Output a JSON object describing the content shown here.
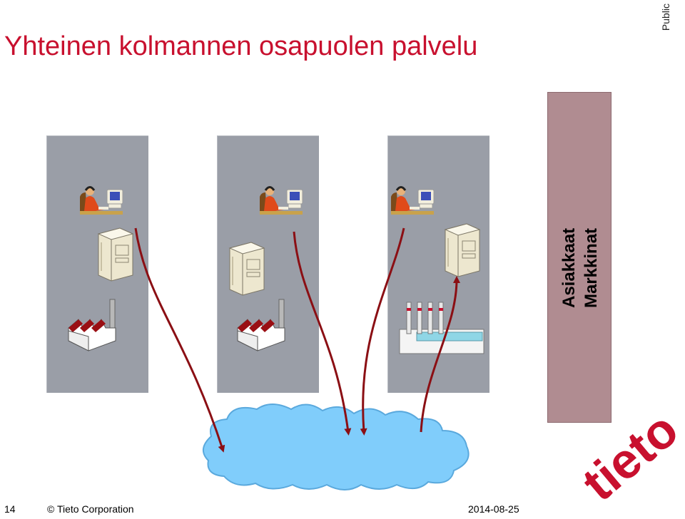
{
  "slide": {
    "title": "Yhteinen kolmannen osapuolen palvelu",
    "classification": "Public"
  },
  "market_box": {
    "label_1": "Asiakkaat",
    "label_2": "Markkinat"
  },
  "footer": {
    "page_number": "14",
    "copyright": "© Tieto Corporation",
    "date": "2014-08-25"
  },
  "brand": {
    "logo_text": "tieto",
    "accent_color": "#c8102e"
  }
}
